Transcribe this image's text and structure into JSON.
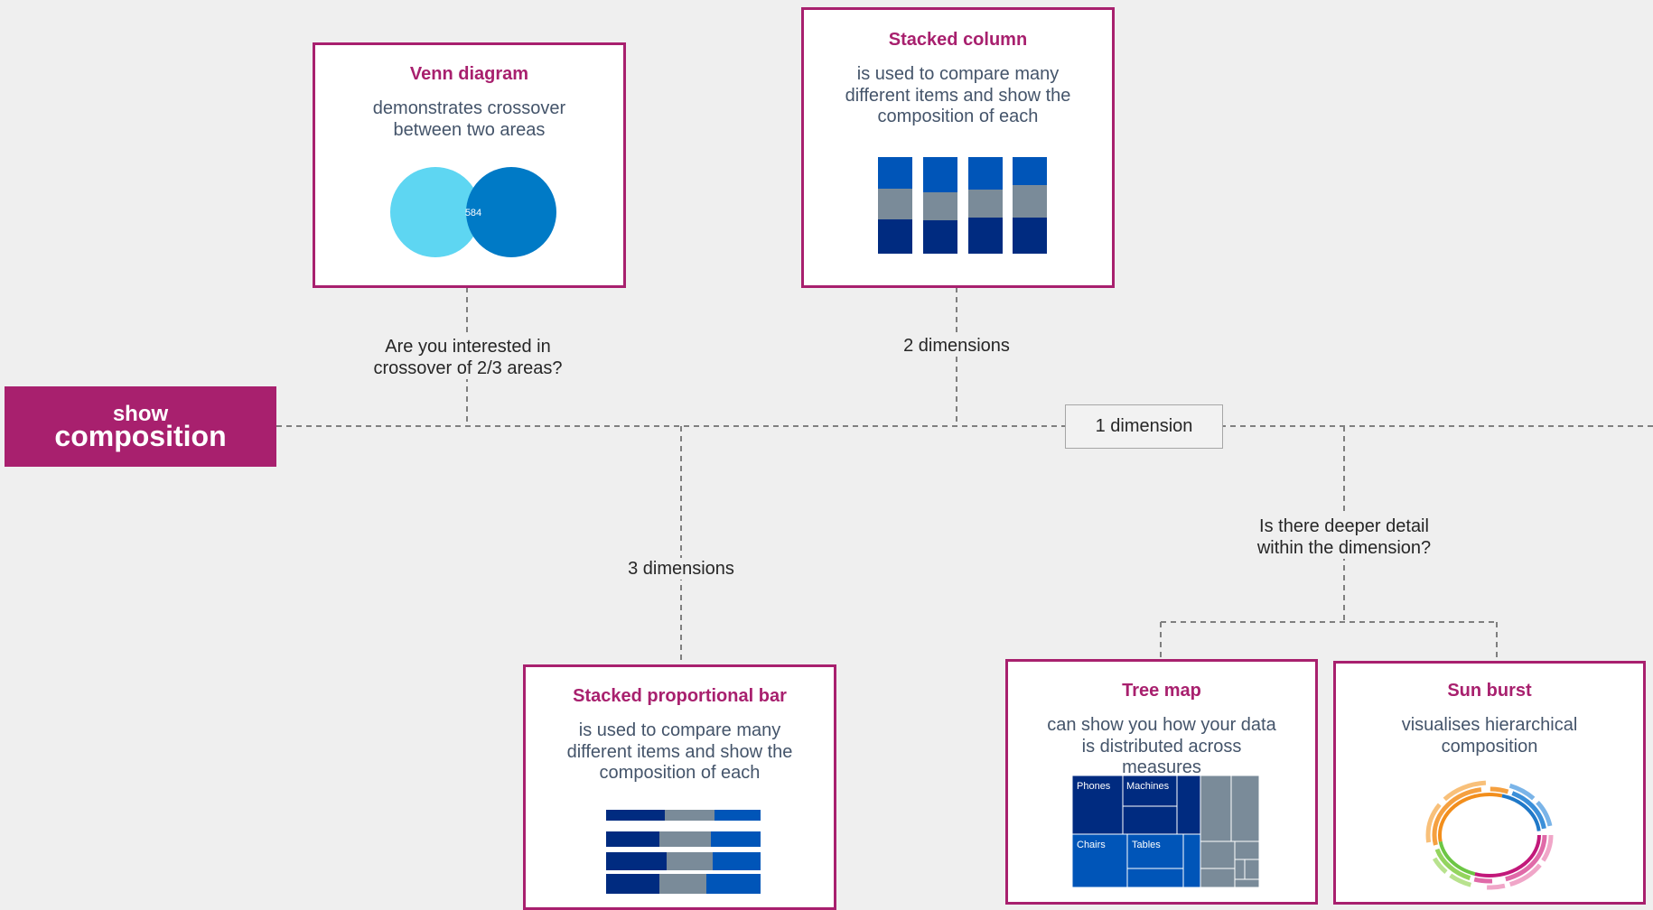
{
  "root": {
    "line1": "show",
    "line2": "composition"
  },
  "cards": {
    "venn": {
      "title": "Venn diagram",
      "desc": "demonstrates crossover\nbetween two areas",
      "overlap_value": "584"
    },
    "stacked_column": {
      "title": "Stacked column",
      "desc": "is used to compare many\ndifferent items and show the\ncomposition of each"
    },
    "stacked_bar": {
      "title": "Stacked proportional bar",
      "desc": "is used to compare many\ndifferent items and show the\ncomposition of each"
    },
    "tree_map": {
      "title": "Tree map",
      "desc": "can show you how your data\nis distributed across\nmeasures",
      "cells": [
        "Phones",
        "Machines",
        "Chairs",
        "Tables"
      ]
    },
    "sun_burst": {
      "title": "Sun burst",
      "desc": "visualises hierarchical\ncomposition"
    }
  },
  "labels": {
    "crossover_question": "Are you interested in\ncrossover of 2/3 areas?",
    "two_dimensions": "2 dimensions",
    "one_dimension": "1 dimension",
    "three_dimensions": "3 dimensions",
    "deeper_detail_question": "Is there deeper detail\nwithin the dimension?"
  },
  "colors": {
    "accent": "#a8206e",
    "dark_blue": "#002b80",
    "mid_blue": "#0055b8",
    "grey": "#7a8b99",
    "light_cyan": "#5ed6f2",
    "venn_blue": "#007ac6"
  }
}
